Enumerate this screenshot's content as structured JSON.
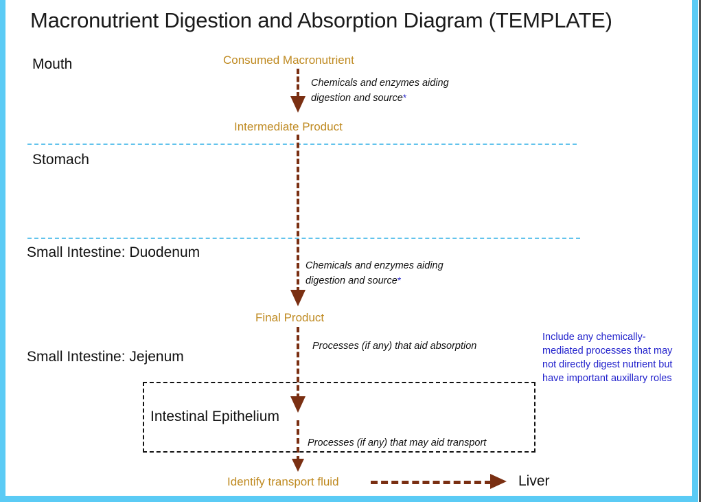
{
  "slide": {
    "title": "Macronutrient Digestion and Absorption Diagram (TEMPLATE)",
    "frame_color": "#5BCBF5",
    "background": "#ffffff"
  },
  "colors": {
    "product_text": "#BF8A21",
    "arrow": "#7A2F12",
    "divider": "#62C3EC",
    "blue_note": "#2222CC",
    "body_text": "#111111"
  },
  "organs": [
    {
      "label": "Mouth"
    },
    {
      "label": "Stomach"
    },
    {
      "label": "Small Intestine: Duodenum"
    },
    {
      "label": "Small Intestine: Jejenum"
    }
  ],
  "products": {
    "consumed": "Consumed Macronutrient",
    "intermediate": "Intermediate Product",
    "final": "Final Product",
    "transport_fluid": "Identify transport fluid"
  },
  "notes": {
    "mouth_line1": "Chemicals and enzymes aiding",
    "mouth_line2": "digestion and source",
    "mouth_asterisk": "*",
    "duodenum_line1": "Chemicals and enzymes aiding",
    "duodenum_line2": "digestion and source",
    "duodenum_asterisk": "*",
    "absorption": "Processes (if any) that aid absorption",
    "transport": "Processes (if any) that may aid transport",
    "blue_callout": "Include any chemically-mediated processes that may not directly digest nutrient but have important auxillary roles"
  },
  "boxes": {
    "epithelium": "Intestinal Epithelium"
  },
  "destination": {
    "liver": "Liver"
  }
}
